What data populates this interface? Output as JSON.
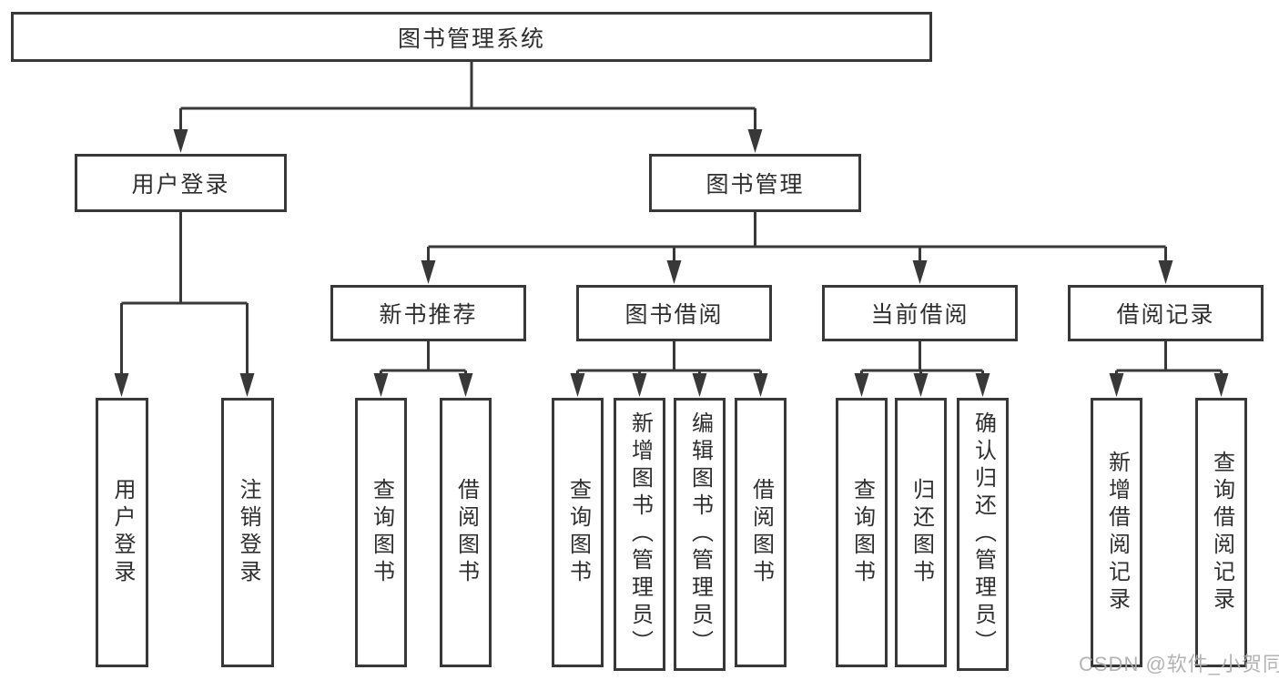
{
  "watermark": "CSDN @软件_小贺同学",
  "colors": {
    "line": "#383838",
    "box_border": "#383838",
    "text": "#2f2f2f",
    "watermark": "#acacac",
    "background": "#ffffff"
  },
  "tree": {
    "label": "图书管理系统",
    "children": [
      {
        "label": "用户登录",
        "children": [
          {
            "label": "用户登录"
          },
          {
            "label": "注销登录"
          }
        ]
      },
      {
        "label": "图书管理",
        "children": [
          {
            "label": "新书推荐",
            "children": [
              {
                "label": "查询图书"
              },
              {
                "label": "借阅图书"
              }
            ]
          },
          {
            "label": "图书借阅",
            "children": [
              {
                "label": "查询图书"
              },
              {
                "label": "新增图书（管理员）"
              },
              {
                "label": "编辑图书（管理员）"
              },
              {
                "label": "借阅图书"
              }
            ]
          },
          {
            "label": "当前借阅",
            "children": [
              {
                "label": "查询图书"
              },
              {
                "label": "归还图书"
              },
              {
                "label": "确认归还（管理员）"
              }
            ]
          },
          {
            "label": "借阅记录",
            "children": [
              {
                "label": "新增借阅记录"
              },
              {
                "label": "查询借阅记录"
              }
            ]
          }
        ]
      }
    ]
  }
}
